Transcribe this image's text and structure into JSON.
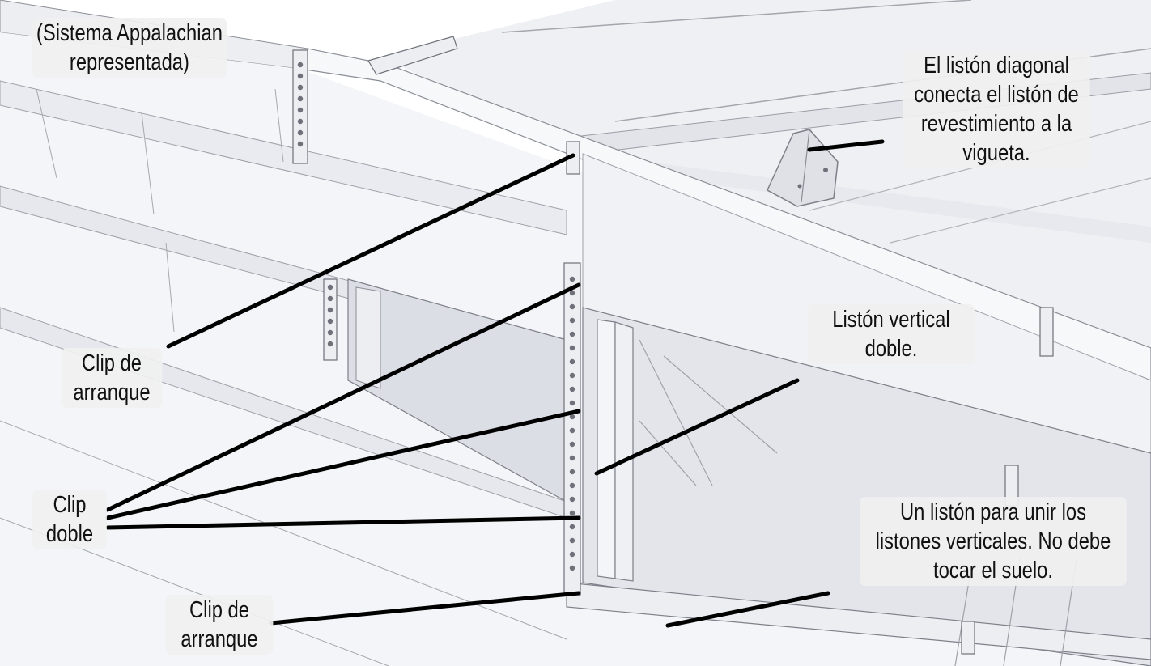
{
  "system_note": "(Sistema Appalachian\nrepresentada)",
  "callouts": {
    "diagonal_batten": "El listón diagonal\nconecta el listón de\nrevestimiento a la\nvigueta.",
    "double_vertical_batten": "Listón vertical\ndoble.",
    "starter_clip_top": "Clip de\narranque",
    "double_clip": "Clip\ndoble",
    "starter_clip_bottom": "Clip de\narranque",
    "joining_batten": "Un listón para unir los\nlistones verticales. No debe\ntocar el suelo."
  },
  "colors": {
    "background": "#ffffff",
    "panel_light": "#f3f4f7",
    "panel_mid": "#e6e8ee",
    "panel_shadow": "#cfd2da",
    "edge": "#8a8d95",
    "leader": "#000000"
  }
}
